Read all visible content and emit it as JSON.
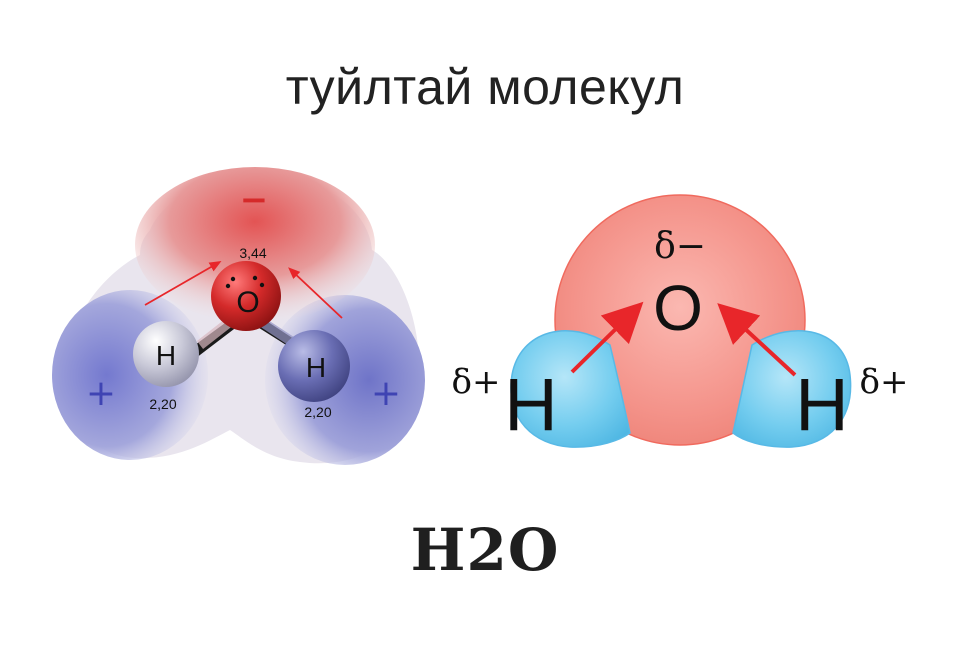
{
  "title": "туйлтай молекул",
  "formula": "H2O",
  "left_model": {
    "oxygen_symbol": "O",
    "hydrogen_symbol": "H",
    "oxygen_electronegativity": "3,44",
    "hydrogen_left_electronegativity": "2,20",
    "hydrogen_right_electronegativity": "2,20",
    "negative_sign": "−",
    "positive_sign": "+"
  },
  "right_model": {
    "oxygen_symbol": "O",
    "hydrogen_symbol": "H",
    "oxygen_charge": "δ−",
    "hydrogen_charge": "δ+"
  },
  "colors": {
    "negative_region": "#d9484c",
    "positive_region": "#6f74c8",
    "oxygen_atom": "#d42a2a",
    "hydrogen_left_atom": "#c6c6d6",
    "hydrogen_right_atom": "#6a6eb4",
    "oxygen_sphere": "#f4938a",
    "hydrogen_sphere": "#6dc9ee",
    "arrow": "#e8262a"
  }
}
